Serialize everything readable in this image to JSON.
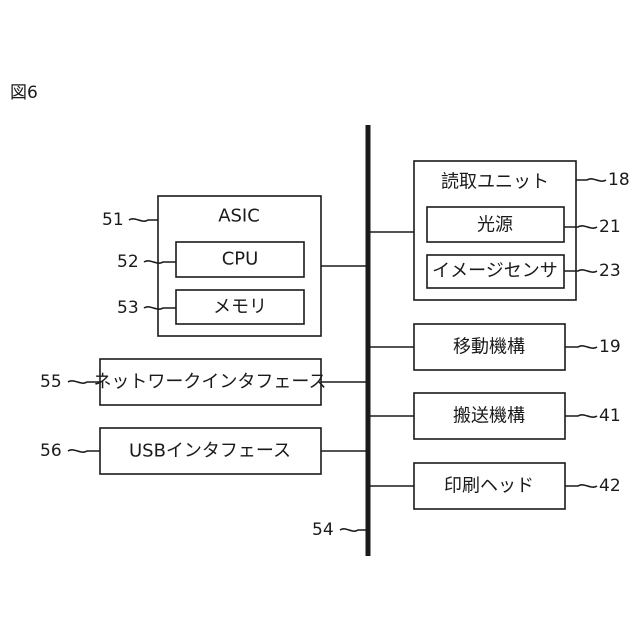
{
  "figure_label": "図6",
  "bus": {
    "ref": "54"
  },
  "asic": {
    "label": "ASIC",
    "ref": "51"
  },
  "cpu": {
    "label": "CPU",
    "ref": "52"
  },
  "memory": {
    "label": "メモリ",
    "ref": "53"
  },
  "network_if": {
    "label": "ネットワークインタフェース",
    "ref": "55"
  },
  "usb_if": {
    "label": "USBインタフェース",
    "ref": "56"
  },
  "reading_unit": {
    "label": "読取ユニット",
    "ref": "18"
  },
  "light_source": {
    "label": "光源",
    "ref": "21"
  },
  "image_sensor": {
    "label": "イメージセンサ",
    "ref": "23"
  },
  "moving_mechanism": {
    "label": "移動機構",
    "ref": "19"
  },
  "conveying_mechanism": {
    "label": "搬送機構",
    "ref": "41"
  },
  "print_head": {
    "label": "印刷ヘッド",
    "ref": "42"
  }
}
